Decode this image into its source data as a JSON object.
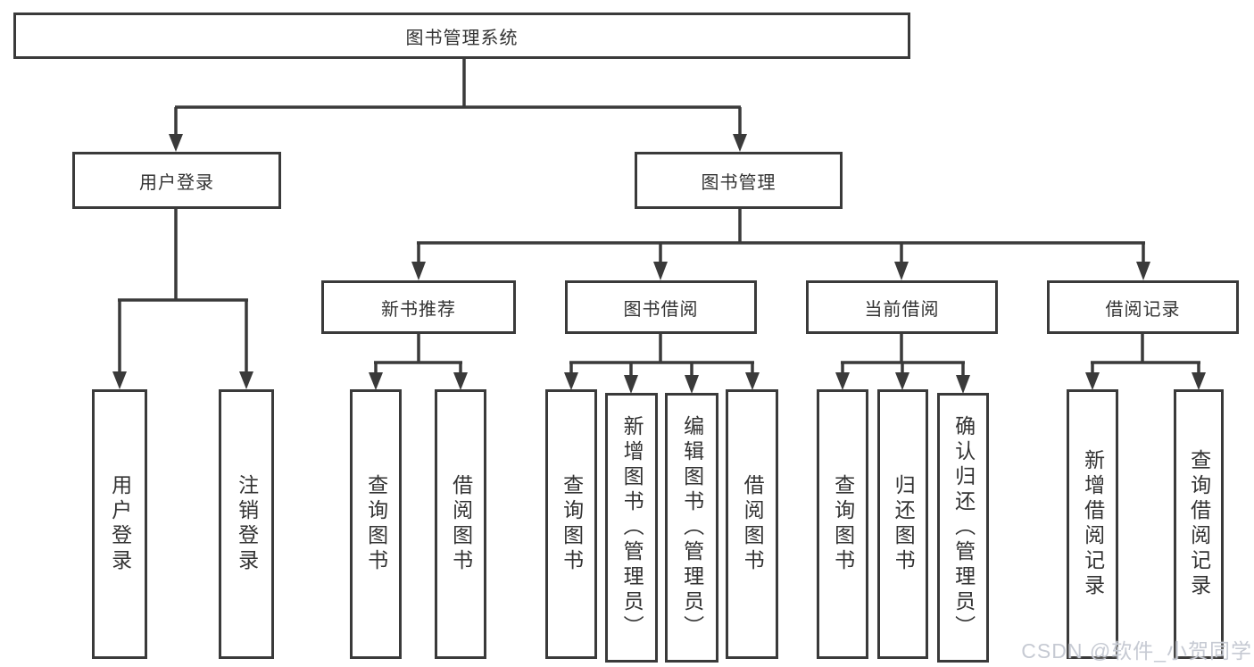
{
  "diagram": {
    "title": "图书管理系统",
    "colors": {
      "line": "#3a3a3a",
      "text": "#333333",
      "watermark": "#c6cad3",
      "background": "#ffffff"
    },
    "root": {
      "label": "图书管理系统"
    },
    "branches": [
      {
        "label": "用户登录",
        "children": [
          {
            "label": "用户登录"
          },
          {
            "label": "注销登录"
          }
        ]
      },
      {
        "label": "图书管理",
        "children": [
          {
            "label": "新书推荐",
            "children": [
              {
                "label": "查询图书"
              },
              {
                "label": "借阅图书"
              }
            ]
          },
          {
            "label": "图书借阅",
            "children": [
              {
                "label": "查询图书"
              },
              {
                "label": "新增图书（管理员）"
              },
              {
                "label": "编辑图书（管理员）"
              },
              {
                "label": "借阅图书"
              }
            ]
          },
          {
            "label": "当前借阅",
            "children": [
              {
                "label": "查询图书"
              },
              {
                "label": "归还图书"
              },
              {
                "label": "确认归还（管理员）"
              }
            ]
          },
          {
            "label": "借阅记录",
            "children": [
              {
                "label": "新增借阅记录"
              },
              {
                "label": "查询借阅记录"
              }
            ]
          }
        ]
      }
    ],
    "watermark": {
      "text": "CSDN @软件_小贺同学"
    }
  }
}
